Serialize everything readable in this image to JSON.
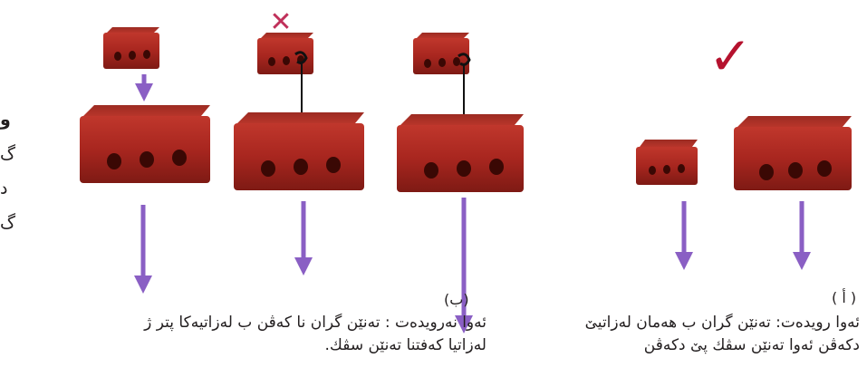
{
  "labels": {
    "a": "( أ )",
    "b": "(ب)"
  },
  "captions": {
    "a_line1": "ئەوا رویدەت: تەنێن گران ب هەمان لەزاتیێ",
    "a_line2": "دکەڤن ئەوا تەنێن سڤك پێ دکەڤن",
    "b_line1": "ئەوا نەرویدەت : تەنێن گران نا کەڤن ب لەزاتیەکا پتر ژ",
    "b_line2": "لەزاتیا کەفتنا تەنێن سڤك."
  },
  "edge_text": {
    "line1": "و",
    "line2": "گ",
    "line3": "د",
    "line4": "گ"
  },
  "marks": {
    "cross": "✕",
    "check": "✓"
  },
  "colors": {
    "brick": "#a8261f",
    "brick_dark": "#6e140f",
    "arrow": "#8a5fc4",
    "cross": "#c0305a",
    "check": "#b5122e"
  }
}
